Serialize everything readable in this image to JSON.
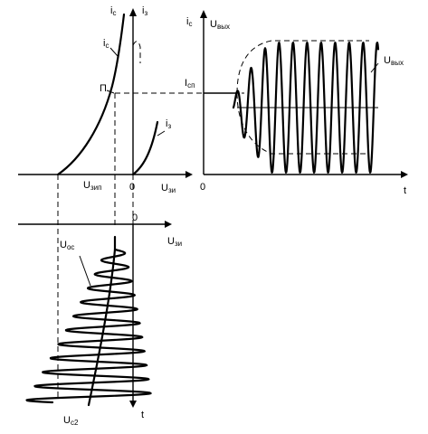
{
  "transfer_plot": {
    "y_axis_left": {
      "main": "i",
      "sub": "c"
    },
    "y_axis_right": {
      "main": "i",
      "sub": "з"
    },
    "curve_ic": {
      "main": "i",
      "sub": "c"
    },
    "curve_iz": {
      "main": "i",
      "sub": "з"
    },
    "point_label": "П",
    "x_axis": {
      "main": "U",
      "sub": "зи"
    },
    "threshold": {
      "main": "U",
      "sub": "зип"
    },
    "origin": "0"
  },
  "output_plot": {
    "y_axis_left": {
      "main": "i",
      "sub": "c"
    },
    "y_axis_right": {
      "main": "U",
      "sub": "вых"
    },
    "quiescent": {
      "main": "I",
      "sub": "сп"
    },
    "signal": {
      "main": "U",
      "sub": "вых"
    },
    "origin": "0",
    "t_label": "t"
  },
  "input_plot": {
    "x_axis": {
      "main": "U",
      "sub": "зи"
    },
    "origin": "0",
    "bias": {
      "main": "U",
      "sub": "ос"
    },
    "signal": {
      "main": "U",
      "sub": "c2"
    },
    "t_label": "t"
  }
}
